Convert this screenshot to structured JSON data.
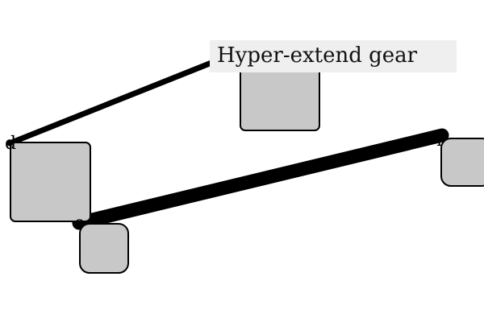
{
  "tooltip": {
    "text": "Hyper-extend gear"
  },
  "labels": {
    "left_label": "d",
    "mid_label": "e",
    "right_label": "r"
  },
  "colors": {
    "box_fill": "#c8c8c8",
    "stroke": "#000000",
    "tooltip_bg": "#efefef"
  }
}
